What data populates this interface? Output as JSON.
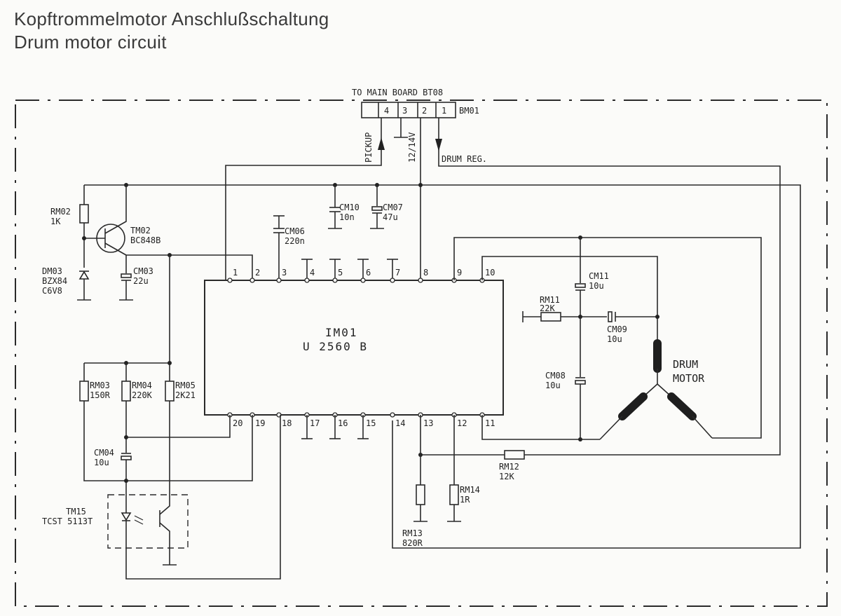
{
  "title_de": "Kopftrommelmotor Anschlußschaltung",
  "title_en": "Drum motor circuit",
  "connector": {
    "heading": "TO MAIN BOARD BT08",
    "name": "BM01",
    "pins": [
      "4",
      "3",
      "2",
      "1"
    ],
    "pickup": "PICKUP",
    "supply": "12/14V",
    "drum_reg": "DRUM REG."
  },
  "ic": {
    "ref": "IM01",
    "part": "U 2560 B",
    "top_pins": [
      "1",
      "2",
      "3",
      "4",
      "5",
      "6",
      "7",
      "8",
      "9",
      "10"
    ],
    "bottom_pins": [
      "20",
      "19",
      "18",
      "17",
      "16",
      "15",
      "14",
      "13",
      "12",
      "11"
    ]
  },
  "components": {
    "rm02": {
      "ref": "RM02",
      "value": "1K"
    },
    "tm02": {
      "ref": "TM02",
      "value": "BC848B"
    },
    "dm03": {
      "ref": "DM03",
      "value": "BZX84",
      "value2": "C6V8"
    },
    "cm03": {
      "ref": "CM03",
      "value": "22u"
    },
    "cm06": {
      "ref": "CM06",
      "value": "220n"
    },
    "cm10": {
      "ref": "CM10",
      "value": "10n"
    },
    "cm07": {
      "ref": "CM07",
      "value": "47u"
    },
    "cm11": {
      "ref": "CM11",
      "value": "10u"
    },
    "rm11": {
      "ref": "RM11",
      "value": "22K"
    },
    "cm09": {
      "ref": "CM09",
      "value": "10u"
    },
    "cm08": {
      "ref": "CM08",
      "value": "10u"
    },
    "rm03": {
      "ref": "RM03",
      "value": "150R"
    },
    "rm04": {
      "ref": "RM04",
      "value": "220K"
    },
    "rm05": {
      "ref": "RM05",
      "value": "2K21"
    },
    "cm04": {
      "ref": "CM04",
      "value": "10u"
    },
    "tm15": {
      "ref": "TM15",
      "value": "TCST 5113T"
    },
    "rm12": {
      "ref": "RM12",
      "value": "12K"
    },
    "rm13": {
      "ref": "RM13",
      "value": "820R"
    },
    "rm14": {
      "ref": "RM14",
      "value": "1R"
    }
  },
  "motor": {
    "line1": "DRUM",
    "line2": "MOTOR"
  }
}
